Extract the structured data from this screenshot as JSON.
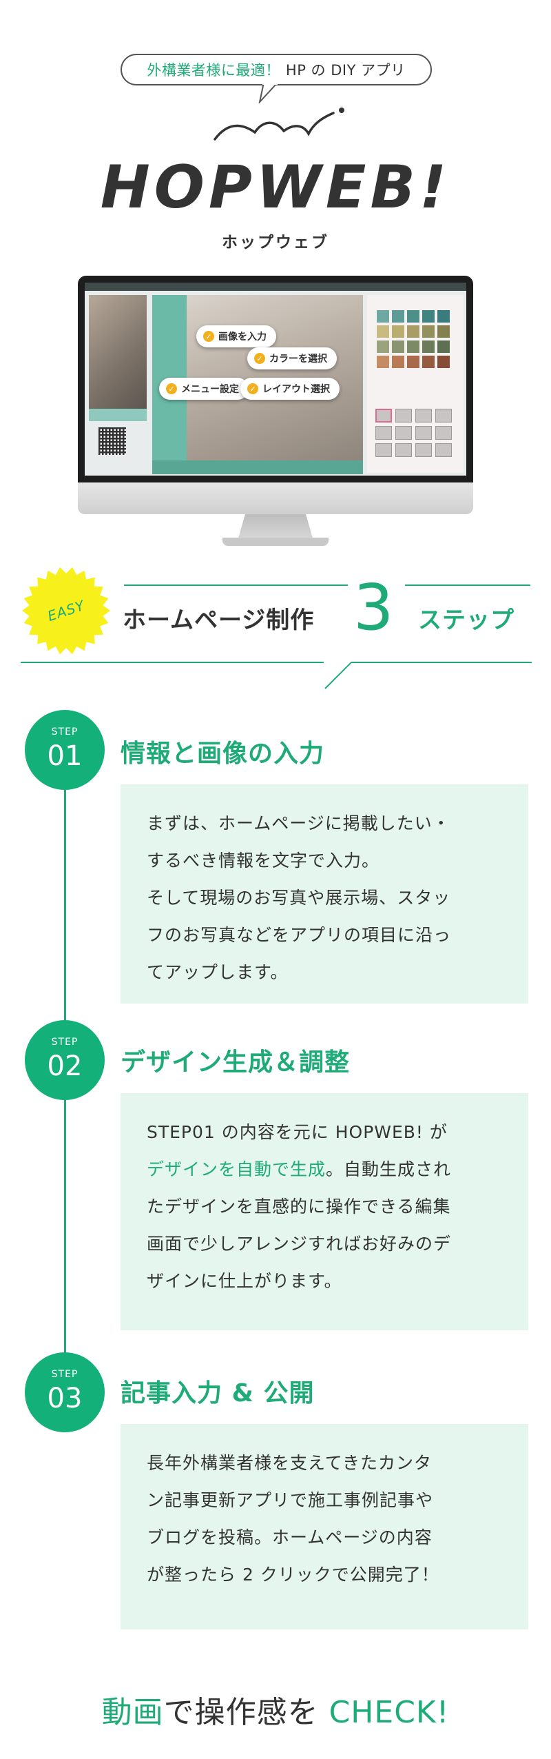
{
  "hero": {
    "tagline_accent": "外構業者様に最適！",
    "tagline_rest": "HP の DIY アプリ",
    "logo_title": "HOPWEB!",
    "logo_kana": "ホップウェブ"
  },
  "monitor": {
    "callouts": [
      "画像を入力",
      "カラーを選択",
      "メニュー設定",
      "レイアウト選択"
    ],
    "swatch_colors": [
      "#6fa7a3",
      "#5c9b97",
      "#4d8f8a",
      "#3f8480",
      "#3a7c7d",
      "#c9bb7f",
      "#b9ad70",
      "#a99d65",
      "#94905c",
      "#83824f",
      "#9aa37d",
      "#8a9470",
      "#7d8a66",
      "#6b7c5b",
      "#5e7052",
      "#c58c63",
      "#b87b55",
      "#a86a4b",
      "#975b40",
      "#874c36"
    ],
    "thumb_count": 12
  },
  "steps_heading": {
    "easy": "EASY",
    "title": "ホームページ制作",
    "number": "3",
    "suffix": "ステップ"
  },
  "steps": [
    {
      "label": "STEP",
      "num": "01",
      "title": "情報と画像の入力",
      "lines": [
        "まずは、ホームページに掲載したい・",
        "するべき情報を文字で入力。",
        "そして現場のお写真や展示場、スタッ",
        "フのお写真などをアプリの項目に沿っ",
        "てアップします。"
      ]
    },
    {
      "label": "STEP",
      "num": "02",
      "title": "デザイン生成＆調整",
      "line1_pre": "STEP01 の内容を元に HOPWEB! が",
      "line2_hl": "デザインを自動で生成",
      "line2_rest": "。自動生成され",
      "lines_rest": [
        "たデザインを直感的に操作できる編集",
        "画面で少しアレンジすればお好みのデ",
        "ザインに仕上がります。"
      ]
    },
    {
      "label": "STEP",
      "num": "03",
      "title": "記事入力 & 公開",
      "lines": [
        "長年外構業者様を支えてきたカンタ",
        "ン記事更新アプリで施工事例記事や",
        "ブログを投稿。ホームページの内容",
        "が整ったら 2 クリックで公開完了！"
      ]
    }
  ],
  "cta": {
    "part1": "動画",
    "part2": "で操作感を",
    "part3": "CHECK!"
  },
  "colors": {
    "accent": "#1fab77",
    "step_circle": "#14b07a",
    "box_bg": "#e4f6ee",
    "badge": "#f7f01a"
  }
}
